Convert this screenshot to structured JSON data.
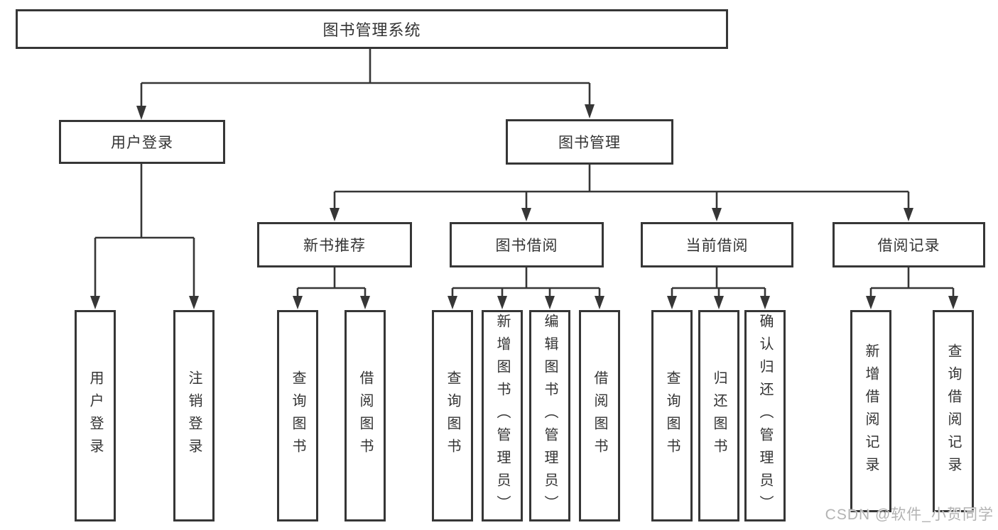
{
  "diagram": {
    "root": {
      "label": "图书管理系统"
    },
    "branches": [
      {
        "label": "用户登录",
        "leaves": [
          "用户登录",
          "注销登录"
        ]
      },
      {
        "label": "图书管理",
        "groups": [
          {
            "label": "新书推荐",
            "leaves": [
              "查询图书",
              "借阅图书"
            ]
          },
          {
            "label": "图书借阅",
            "leaves": [
              "查询图书",
              "新增图书（管理员）",
              "编辑图书（管理员）",
              "借阅图书"
            ]
          },
          {
            "label": "当前借阅",
            "leaves": [
              "查询图书",
              "归还图书",
              "确认归还（管理员）"
            ]
          },
          {
            "label": "借阅记录",
            "leaves": [
              "新增借阅记录",
              "查询借阅记录"
            ]
          }
        ]
      }
    ]
  },
  "watermark": {
    "text": "CSDN @软件_小贺同学"
  },
  "colors": {
    "line": "#363636",
    "box_border": "#363636",
    "text": "#333333",
    "watermark_gray": "#b3b3b3",
    "background": "#ffffff"
  }
}
